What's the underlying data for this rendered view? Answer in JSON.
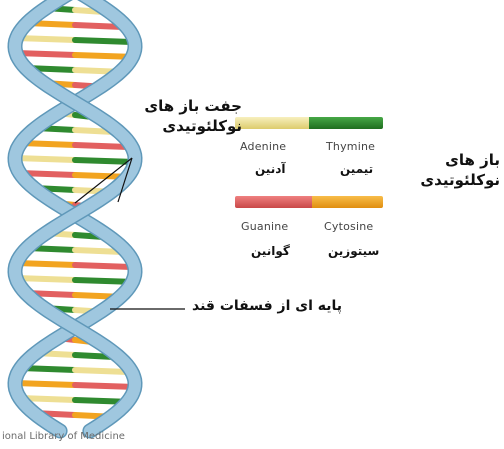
{
  "labels": {
    "base_pair": "جفت باز های\nنوکلئوتیدی",
    "nucleotide_bases": "باز های\nنوکلئوتیدی",
    "sugar_phosphate": "پایه ای از فسفات قند",
    "credit": "ional Library of Medicine"
  },
  "bases": {
    "adenine_en": "Adenine",
    "adenine_fa": "آدنین",
    "thymine_en": "Thymine",
    "thymine_fa": "تیمین",
    "guanine_en": "Guanine",
    "guanine_fa": "گوانین",
    "cytosine_en": "Cytosine",
    "cytosine_fa": "سیتوزین"
  },
  "colors": {
    "adenine": "#eedf94",
    "thymine": "#2f8a2f",
    "guanine": "#e26060",
    "cytosine": "#f2a420",
    "backbone": "#9fc7df",
    "backbone_edge": "#5f98b9"
  }
}
